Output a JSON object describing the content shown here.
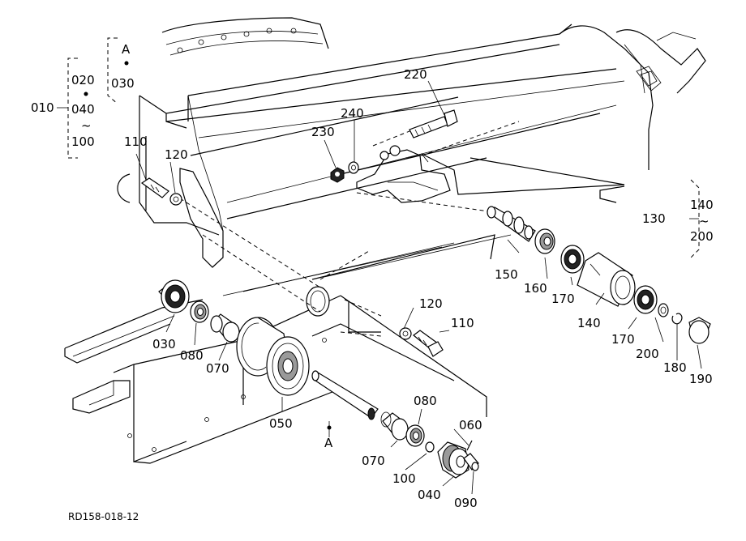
{
  "callouts": {
    "p010": "010",
    "p020": "020",
    "p040": "040",
    "tilde1": "~",
    "p100a": "100",
    "bA1": "A",
    "p030a": "030",
    "p110a": "110",
    "p120a": "120",
    "p220": "220",
    "p240": "240",
    "p230": "230",
    "p130": "130",
    "p140a": "140",
    "tilde2": "~",
    "p200a": "200",
    "p150": "150",
    "p160": "160",
    "p170a": "170",
    "p140b": "140",
    "p170b": "170",
    "p200b": "200",
    "p180": "180",
    "p190": "190",
    "p030b": "030",
    "p080a": "080",
    "p070a": "070",
    "p050": "050",
    "p120b": "120",
    "p110b": "110",
    "bA2": "A",
    "p080b": "080",
    "p060": "060",
    "p070b": "070",
    "p100b": "100",
    "p040b": "040",
    "p090": "090"
  },
  "drawing_code": "RD158-018-12"
}
